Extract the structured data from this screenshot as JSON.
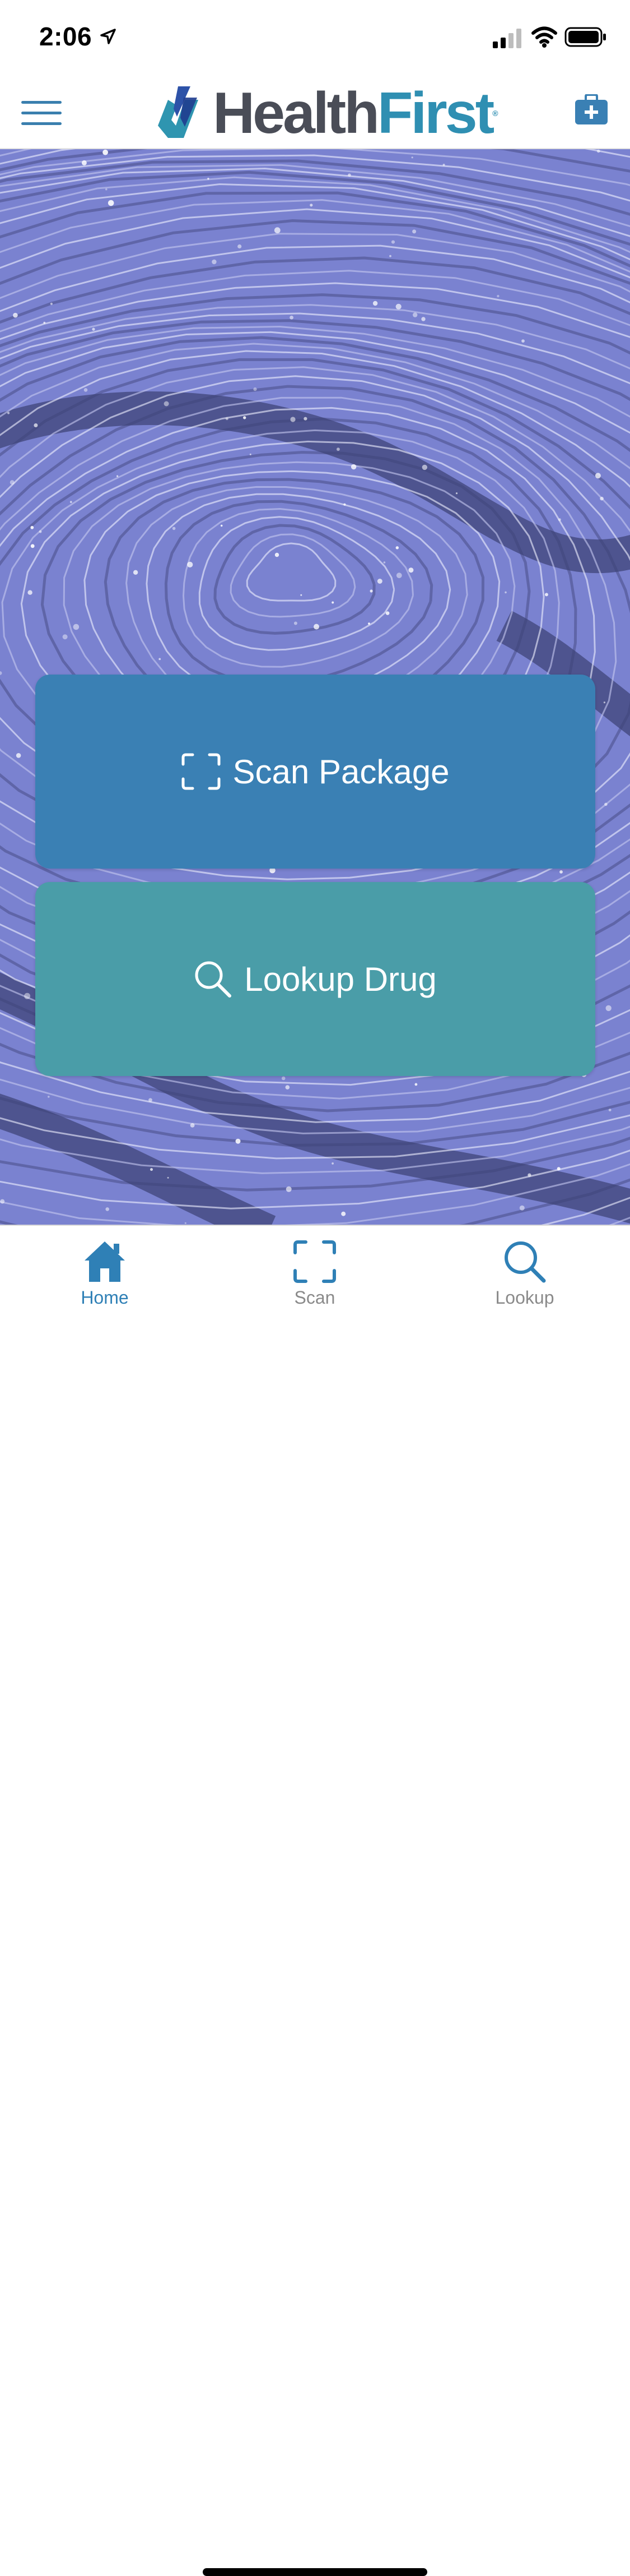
{
  "status_bar": {
    "time": "2:06",
    "icons": [
      "location-arrow-icon",
      "signal-icon",
      "wifi-icon",
      "battery-icon"
    ]
  },
  "header": {
    "logo_text_primary": "Health",
    "logo_text_accent": "First",
    "logo_reg": "®",
    "menu_icon": "hamburger-icon",
    "right_icon": "medical-kit-icon"
  },
  "main": {
    "scan_button": {
      "label": "Scan Package",
      "icon": "scan-frame-icon"
    },
    "lookup_button": {
      "label": "Lookup Drug",
      "icon": "search-icon"
    }
  },
  "tabbar": {
    "items": [
      {
        "label": "Home",
        "icon": "home-icon",
        "active": true
      },
      {
        "label": "Scan",
        "icon": "scan-frame-icon",
        "active": false
      },
      {
        "label": "Lookup",
        "icon": "search-icon",
        "active": false
      }
    ]
  },
  "colors": {
    "brand_blue": "#3a80b4",
    "brand_teal": "#4a9da8",
    "logo_gray": "#4a4d57",
    "logo_accent": "#2f8fb2",
    "tab_active": "#2f80b6",
    "tab_inactive": "#8a8a8a",
    "hero_tint": "#6f78cc"
  }
}
